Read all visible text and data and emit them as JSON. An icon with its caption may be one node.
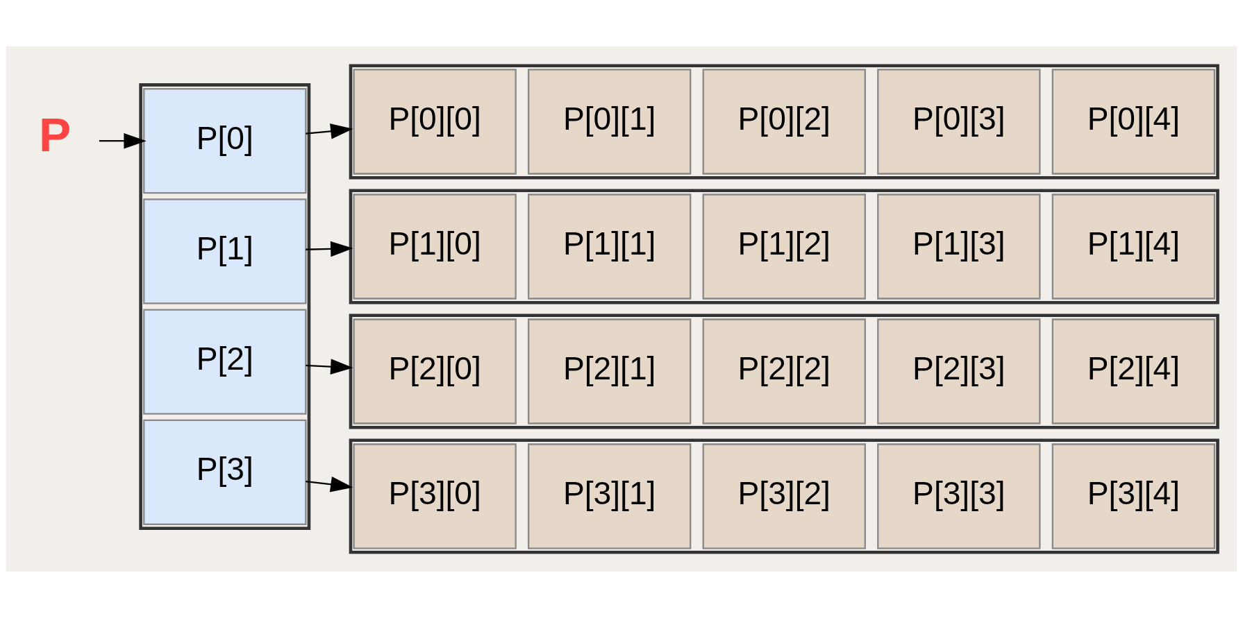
{
  "diagram": {
    "nodes": [
      {
        "text": [
          "P"
        ]
      },
      {
        "text": [],
        "shape": "box"
      },
      {
        "text": [
          "P[0]"
        ],
        "in": 1
      },
      {
        "text": [
          "P[1]"
        ],
        "in": 1
      },
      {
        "text": [
          "P[2]"
        ],
        "in": 1
      },
      {
        "text": [
          "P[3]"
        ],
        "in": 1
      },
      {
        "text": [],
        "shape": "box"
      },
      {
        "text": [
          "P[0][0]"
        ],
        "in": 6
      },
      {
        "text": [
          "P[0][1]"
        ],
        "in": 6
      },
      {
        "text": [
          "P[0][2]"
        ],
        "in": 6
      },
      {
        "text": [
          "P[0][3]"
        ],
        "in": 6
      },
      {
        "text": [
          "P[0][4]"
        ],
        "in": 6
      },
      {
        "text": [],
        "shape": "box"
      },
      {
        "text": [
          "P[1][0]"
        ],
        "in": 12
      },
      {
        "text": [
          "P[1][1]"
        ],
        "in": 12
      },
      {
        "text": [
          "P[1][2]"
        ],
        "in": 12
      },
      {
        "text": [
          "P[1][3]"
        ],
        "in": 12
      },
      {
        "text": [
          "P[1][4]"
        ],
        "in": 12
      },
      {
        "text": [],
        "shape": "box"
      },
      {
        "text": [
          "P[2][0]"
        ],
        "in": 18
      },
      {
        "text": [
          "P[2][1]"
        ],
        "in": 18
      },
      {
        "text": [
          "P[2][2]"
        ],
        "in": 18
      },
      {
        "text": [
          "P[2][3]"
        ],
        "in": 18
      },
      {
        "text": [
          "P[2][4]"
        ],
        "in": 18
      },
      {
        "text": [],
        "shape": "box"
      },
      {
        "text": [
          "P[3][0]"
        ],
        "in": 24
      },
      {
        "text": [
          "P[3][1]"
        ],
        "in": 24
      },
      {
        "text": [
          "P[3][2]"
        ],
        "in": 24
      },
      {
        "text": [
          "P[3][3]"
        ],
        "in": 24
      },
      {
        "text": [
          "P[3][4]"
        ],
        "in": 24
      }
    ],
    "edges": [
      {
        "from": 0,
        "to": 2,
        "arrow": "to"
      },
      {
        "from": 2,
        "to": 6,
        "arrow": "to"
      },
      {
        "from": 3,
        "to": 12,
        "arrow": "to"
      },
      {
        "from": 4,
        "to": 18,
        "arrow": "to"
      },
      {
        "from": 5,
        "to": 24,
        "arrow": "to"
      }
    ]
  }
}
